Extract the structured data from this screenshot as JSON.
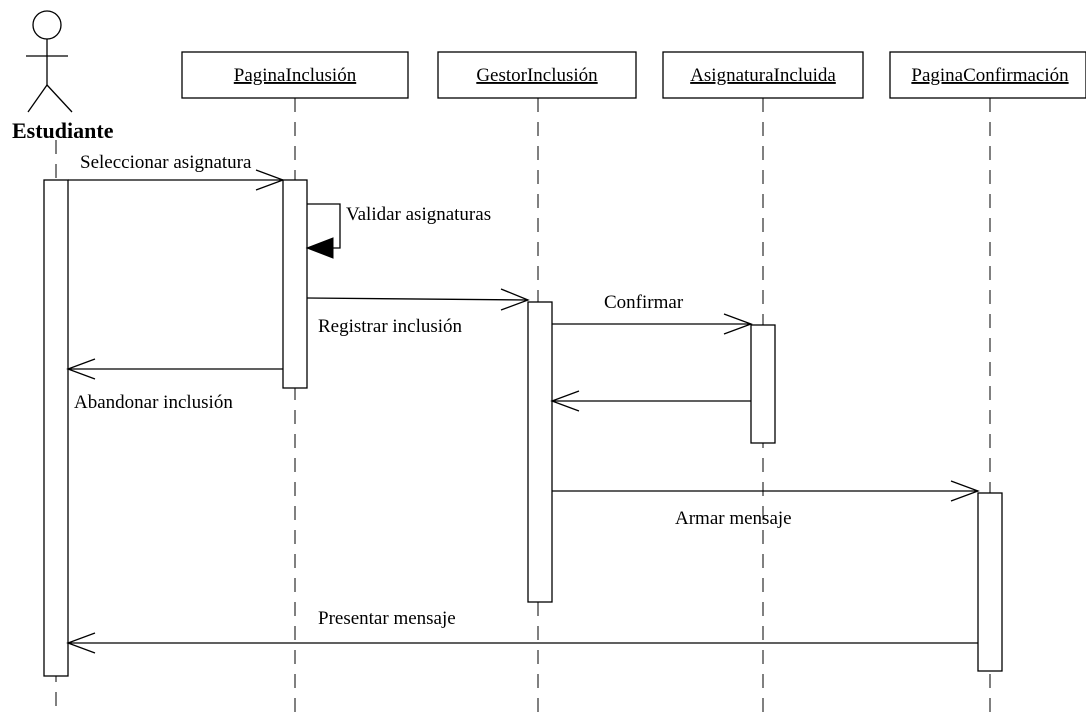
{
  "actor": {
    "name": "Estudiante"
  },
  "objects": {
    "pagina_inclusion": "PaginaInclusión",
    "gestor_inclusion": "GestorInclusión",
    "asignatura_incluida": "AsignaturaIncluida",
    "pagina_confirmacion": "PaginaConfirmación"
  },
  "messages": {
    "seleccionar": "Seleccionar asignatura",
    "validar": "Validar asignaturas",
    "registrar": "Registrar inclusión",
    "abandonar": "Abandonar inclusión",
    "confirmar": "Confirmar",
    "armar": "Armar mensaje",
    "presentar": "Presentar mensaje"
  }
}
